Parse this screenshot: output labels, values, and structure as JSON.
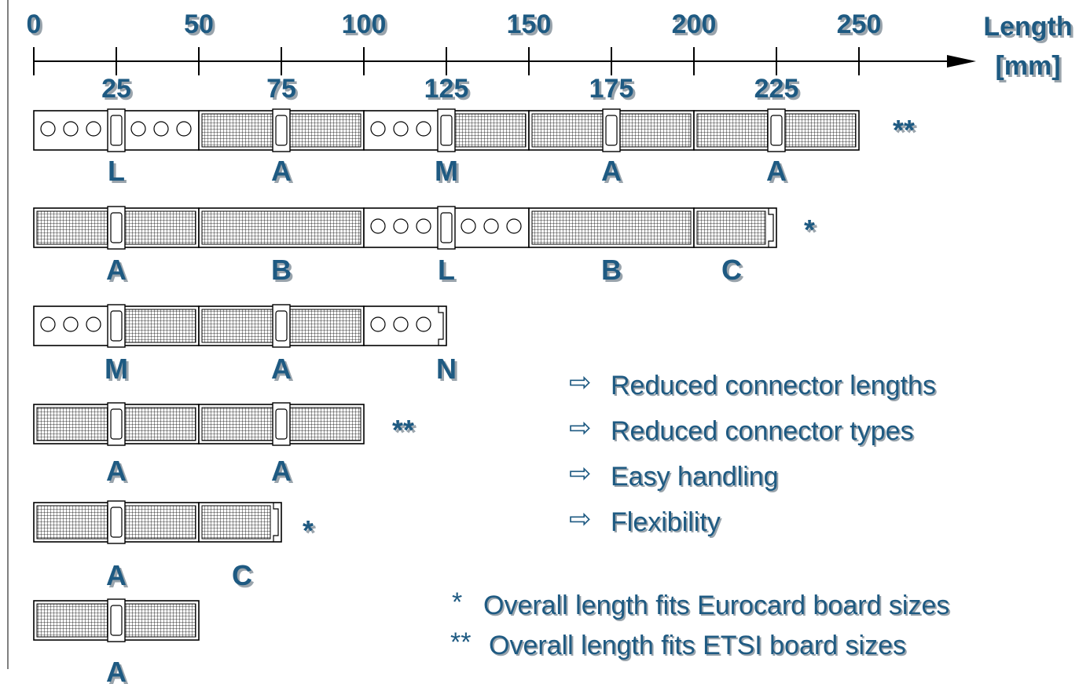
{
  "axis": {
    "unit_label_line1": "Length",
    "unit_label_line2": "[mm]",
    "major_ticks": [
      "0",
      "50",
      "100",
      "150",
      "200",
      "250"
    ],
    "minor_ticks": [
      "25",
      "75",
      "125",
      "175",
      "225"
    ]
  },
  "rows": [
    {
      "segments": [
        {
          "pattern": "circles",
          "label": "L"
        },
        {
          "pattern": "grid",
          "label": "A"
        },
        {
          "pattern": "mixed",
          "label": "M"
        },
        {
          "pattern": "grid",
          "label": "A"
        },
        {
          "pattern": "grid",
          "label": "A"
        }
      ],
      "mark": "**"
    },
    {
      "segments": [
        {
          "pattern": "grid",
          "label": "A"
        },
        {
          "pattern": "grid-plain",
          "label": "B"
        },
        {
          "pattern": "circles",
          "label": "L"
        },
        {
          "pattern": "grid-plain",
          "label": "B"
        },
        {
          "pattern": "grid-half",
          "label": "C"
        }
      ],
      "mark": "*"
    },
    {
      "segments": [
        {
          "pattern": "mixed",
          "label": "M"
        },
        {
          "pattern": "grid",
          "label": "A"
        },
        {
          "pattern": "circles-half",
          "label": "N"
        }
      ],
      "mark": ""
    },
    {
      "segments": [
        {
          "pattern": "grid",
          "label": "A"
        },
        {
          "pattern": "grid",
          "label": "A"
        }
      ],
      "mark": "**"
    },
    {
      "segments": [
        {
          "pattern": "grid",
          "label": "A"
        },
        {
          "pattern": "grid-half",
          "label": "C"
        }
      ],
      "mark": "*"
    },
    {
      "segments": [
        {
          "pattern": "grid",
          "label": "A"
        }
      ],
      "mark": ""
    }
  ],
  "bullets": [
    "Reduced connector lengths",
    "Reduced connector types",
    "Easy handling",
    "Flexibility"
  ],
  "bullet_symbol": "⇨",
  "notes": [
    {
      "mark": "*",
      "text": "Overall length fits Eurocard board sizes"
    },
    {
      "mark": "**",
      "text": "Overall length fits ETSI board sizes"
    }
  ],
  "colors": {
    "text": "#1e5a82",
    "shadow": "#9aa4ac",
    "line": "#000000"
  }
}
